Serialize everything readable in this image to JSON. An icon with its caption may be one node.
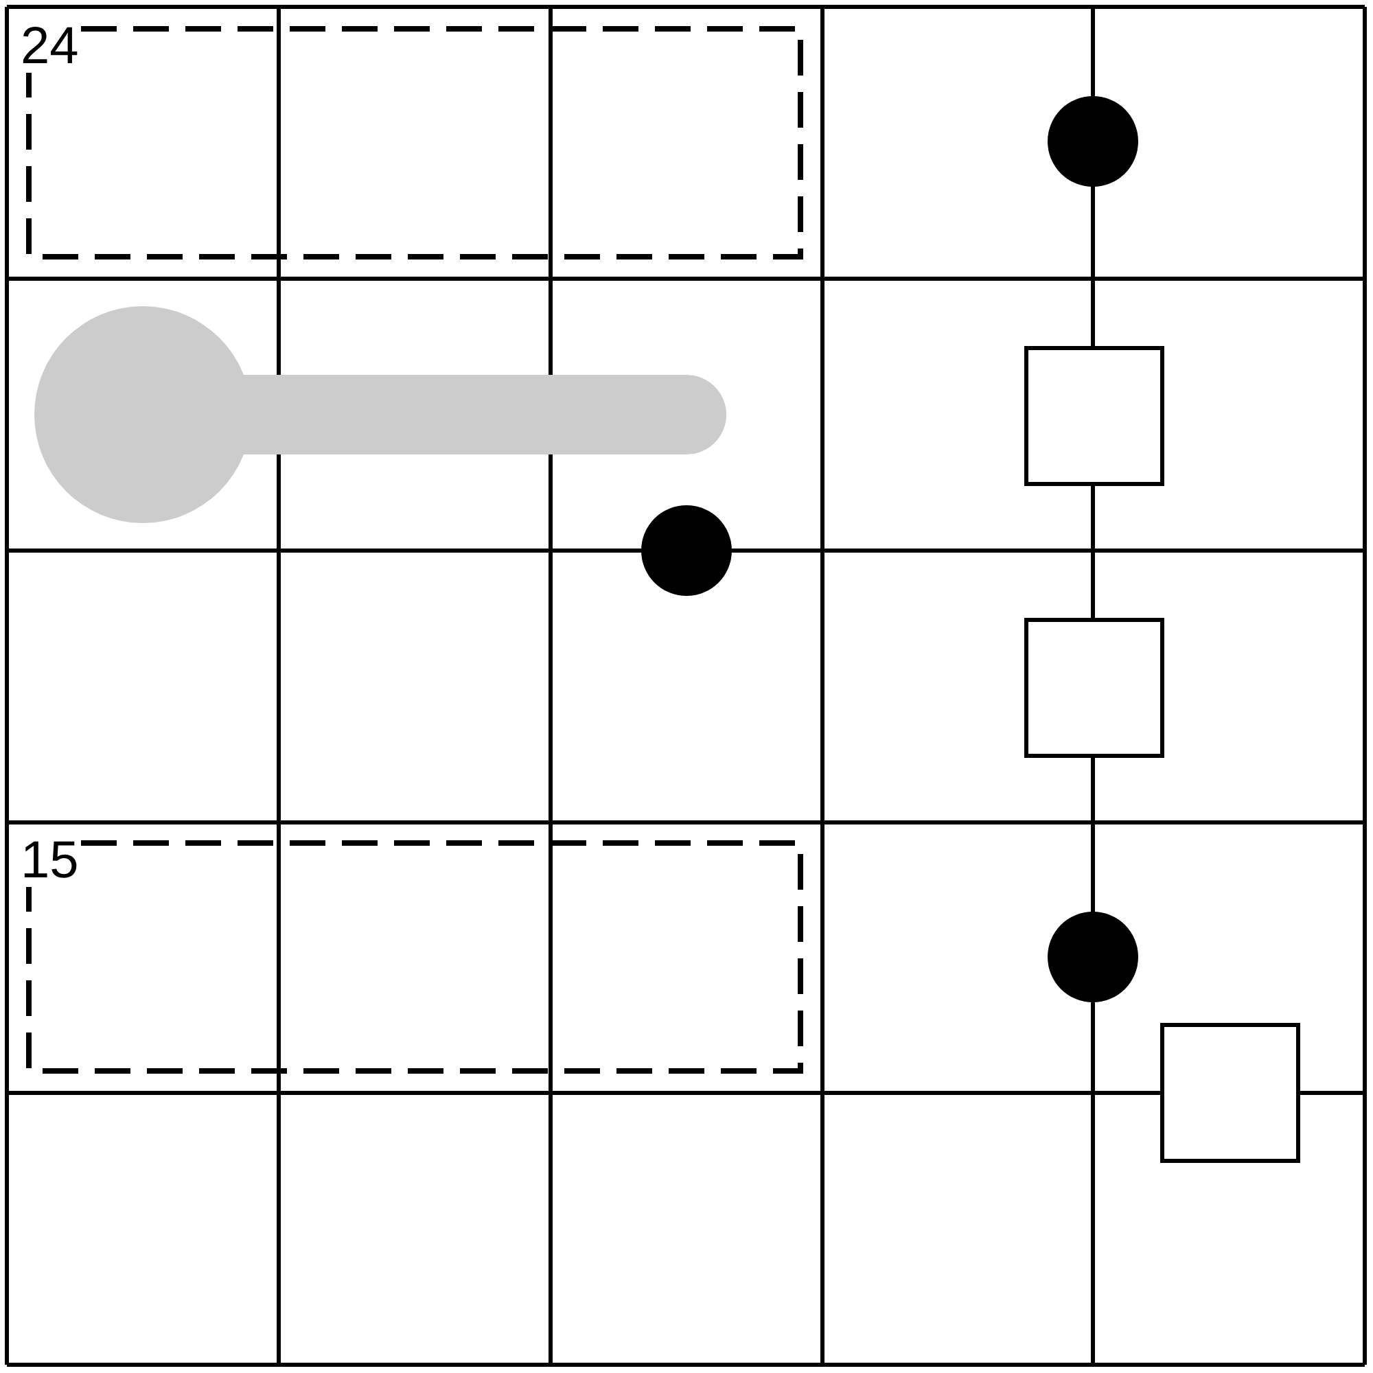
{
  "diagram": {
    "nodes": [
      {
        "text": [
          "24"
        ]
      },
      {
        "text": [],
        "shape": "circle"
      },
      {
        "text": [],
        "shape": "key"
      },
      {
        "text": [],
        "shape": "box"
      },
      {
        "text": [],
        "shape": "circle"
      },
      {
        "text": [],
        "shape": "box"
      },
      {
        "text": [
          "15"
        ]
      },
      {
        "text": [],
        "shape": "circle"
      },
      {
        "text": [],
        "shape": "box"
      }
    ]
  }
}
